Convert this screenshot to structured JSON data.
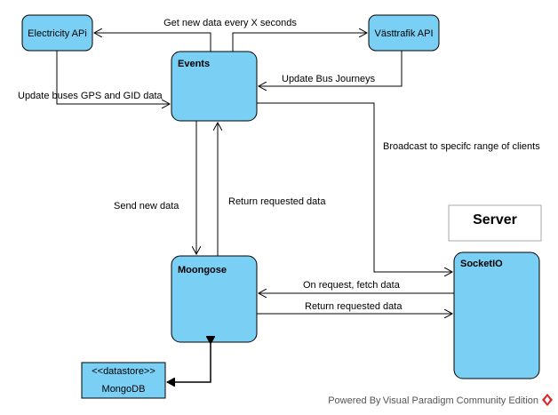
{
  "nodes": {
    "electricity": "Electricity APi",
    "vasttrafik": "Västtrafik API",
    "events": "Events",
    "moongose": "Moongose",
    "socketio": "SocketIO",
    "datastore_stereotype": "<<datastore>>",
    "mongodb": "MongoDB",
    "server": "Server"
  },
  "edges": {
    "get_new_data": "Get new data every X seconds",
    "update_bus_journeys": "Update Bus Journeys",
    "update_buses_gps": "Update buses GPS and GID data",
    "broadcast": "Broadcast to specifc range of clients",
    "send_new_data": "Send new data",
    "return_requested_1": "Return requested data",
    "on_request_fetch": "On request, fetch data",
    "return_requested_2": "Return requested data"
  },
  "footer": {
    "powered_by": "Powered By Visual Paradigm Community Edition"
  },
  "colors": {
    "node_fill": "#7ACFF5",
    "stroke": "#000000",
    "footer_logo": "#D9262C"
  }
}
